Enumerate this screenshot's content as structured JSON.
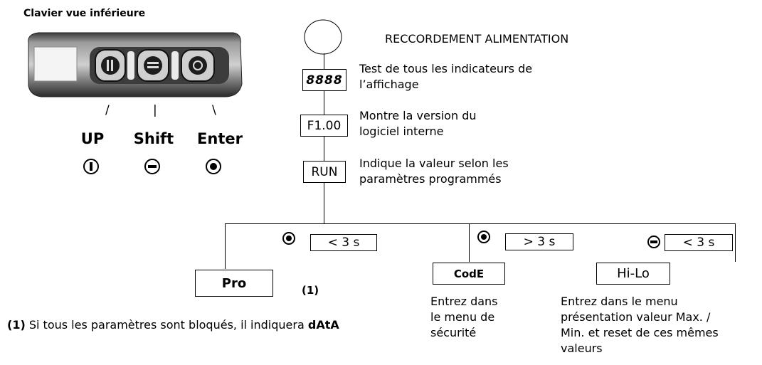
{
  "keyboard": {
    "title": "Clavier vue inférieure",
    "slashes": [
      "/",
      "|",
      "\\"
    ],
    "keys": [
      {
        "name": "UP",
        "icon": "up-key-icon"
      },
      {
        "name": "Shift",
        "icon": "shift-key-icon"
      },
      {
        "name": "Enter",
        "icon": "enter-key-icon"
      }
    ]
  },
  "flow": {
    "start_label": "RECCORDEMENT ALIMENTATION",
    "steps": [
      {
        "box": "8888",
        "desc_line1": "Test de tous les indicateurs de",
        "desc_line2": "l’affichage"
      },
      {
        "box": "F1.00",
        "desc_line1": "Montre la version du",
        "desc_line2": "logiciel interne"
      },
      {
        "box": "RUN",
        "desc_line1": "Indique la valeur selon les",
        "desc_line2": "paramètres programmés"
      }
    ]
  },
  "branches": [
    {
      "key_icon": "enter-key-icon",
      "time": "< 3 s",
      "box": "Pro",
      "note": "(1)"
    },
    {
      "key_icon": "enter-key-icon",
      "time": "> 3 s",
      "box": "CodE",
      "desc": [
        "Entrez dans",
        "le menu de",
        "sécurité"
      ]
    },
    {
      "key_icon": "shift-key-icon",
      "time": "< 3 s",
      "box": "Hi-Lo",
      "desc": [
        "Entrez dans le menu",
        "présentation valeur Max. /",
        "Min. et reset de ces mêmes",
        "valeurs"
      ]
    }
  ],
  "footnote": {
    "marker": "(1)",
    "text": " Si tous les paramètres sont bloqués, il indiquera ",
    "value": "dAtA"
  }
}
